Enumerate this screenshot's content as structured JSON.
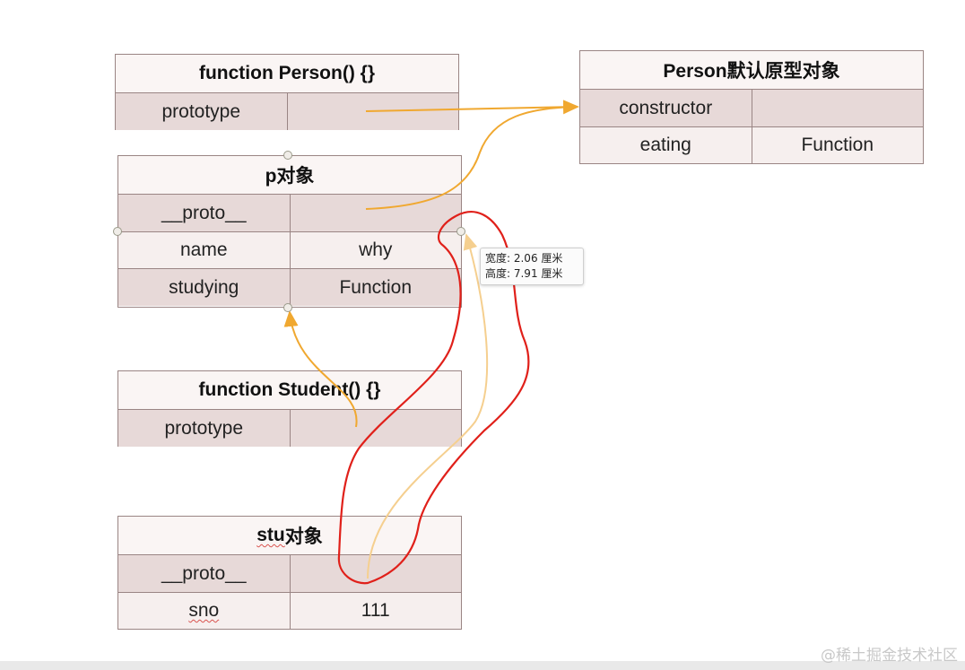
{
  "tables": {
    "person_fn": {
      "title": "function Person() {}",
      "rows": [
        [
          "prototype",
          ""
        ]
      ]
    },
    "person_proto": {
      "title": "Person默认原型对象",
      "rows": [
        [
          "constructor",
          ""
        ],
        [
          "eating",
          "Function"
        ]
      ]
    },
    "p_obj": {
      "title": "p对象",
      "rows": [
        [
          "__proto__",
          ""
        ],
        [
          "name",
          "why"
        ],
        [
          "studying",
          "Function"
        ]
      ]
    },
    "student_fn": {
      "title": "function Student() {}",
      "rows": [
        [
          "prototype",
          ""
        ]
      ]
    },
    "stu_obj": {
      "title_prefix": "stu",
      "title_suffix": "对象",
      "rows": [
        [
          "__proto__",
          ""
        ],
        [
          "sno",
          "111"
        ]
      ]
    }
  },
  "tooltip": {
    "width_line": "宽度: 2.06 厘米",
    "height_line": "高度: 7.91 厘米"
  },
  "watermark": "@稀土掘金技术社区",
  "colors": {
    "arrow": "#f0a830",
    "arrow_faint": "#f5cf8f",
    "annotation": "#e0201a",
    "border": "#9a8584"
  }
}
